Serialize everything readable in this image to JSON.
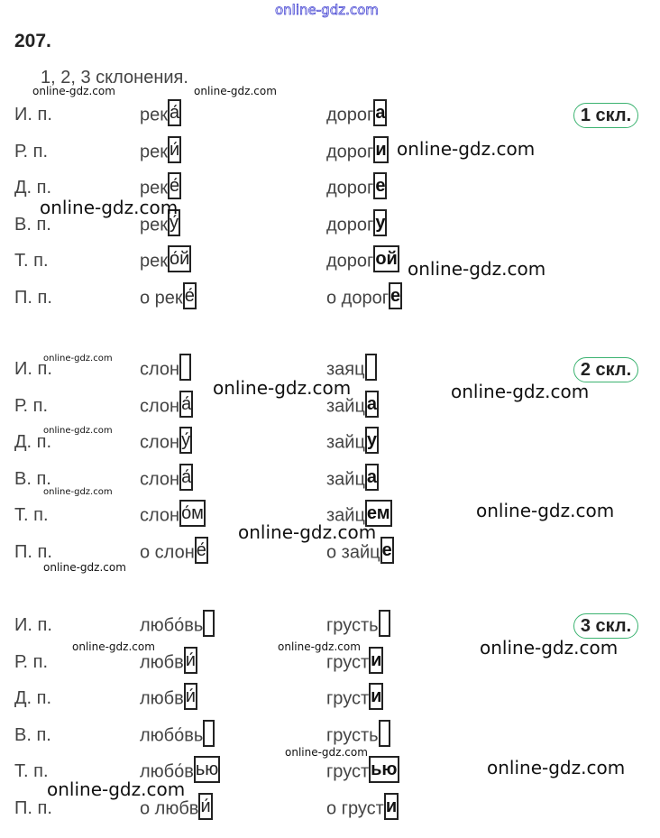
{
  "exercise_number": "207.",
  "subtitle": "1, 2, 3 склонения.",
  "blocks": [
    {
      "badge": "1 скл.",
      "rows": [
        {
          "case": "И. п.",
          "w1_stem": "рек",
          "w1_end": "а́",
          "w2_stem": "дорог",
          "w2_end": "а"
        },
        {
          "case": "Р. п.",
          "w1_stem": "рек",
          "w1_end": "и́",
          "w2_stem": "дорог",
          "w2_end": "и"
        },
        {
          "case": "Д. п.",
          "w1_stem": "рек",
          "w1_end": "е́",
          "w2_stem": "дорог",
          "w2_end": "е"
        },
        {
          "case": "В. п.",
          "w1_stem": "рек",
          "w1_end": "у́",
          "w2_stem": "дорог",
          "w2_end": "у"
        },
        {
          "case": "Т. п.",
          "w1_stem": "рек",
          "w1_end": "о́й",
          "w2_stem": "дорог",
          "w2_end": "ой"
        },
        {
          "case": "П. п.",
          "w1_stem": "о рек",
          "w1_end": "е́",
          "w2_stem": "о дорог",
          "w2_end": "е"
        }
      ]
    },
    {
      "badge": "2 скл.",
      "rows": [
        {
          "case": "И. п.",
          "w1_stem": "слон",
          "w1_end": "",
          "w2_stem": "заяц",
          "w2_end": ""
        },
        {
          "case": "Р. п.",
          "w1_stem": "слон",
          "w1_end": "а́",
          "w2_stem": "зайц",
          "w2_end": "а"
        },
        {
          "case": "Д. п.",
          "w1_stem": "слон",
          "w1_end": "у́",
          "w2_stem": "зайц",
          "w2_end": "у"
        },
        {
          "case": "В. п.",
          "w1_stem": "слон",
          "w1_end": "а́",
          "w2_stem": "зайц",
          "w2_end": "а"
        },
        {
          "case": "Т. п.",
          "w1_stem": "слон",
          "w1_end": "о́м",
          "w2_stem": "зайц",
          "w2_end": "ем"
        },
        {
          "case": "П. п.",
          "w1_stem": "о слон",
          "w1_end": "е́",
          "w2_stem": "о зайц",
          "w2_end": "е"
        }
      ]
    },
    {
      "badge": "3 скл.",
      "rows": [
        {
          "case": "И. п.",
          "w1_stem": "любо́вь",
          "w1_end": "",
          "w2_stem": "грусть",
          "w2_end": ""
        },
        {
          "case": "Р. п.",
          "w1_stem": "любв",
          "w1_end": "и́",
          "w2_stem": "груст",
          "w2_end": "и"
        },
        {
          "case": "Д. п.",
          "w1_stem": "любв",
          "w1_end": "и́",
          "w2_stem": "груст",
          "w2_end": "и"
        },
        {
          "case": "В. п.",
          "w1_stem": "любо́вь",
          "w1_end": "",
          "w2_stem": "грусть",
          "w2_end": ""
        },
        {
          "case": "Т. п.",
          "w1_stem": "любо́в",
          "w1_end": "ью",
          "w2_stem": "груст",
          "w2_end": "ью"
        },
        {
          "case": "П. п.",
          "w1_stem": "о любв",
          "w1_end": "и́",
          "w2_stem": "о груст",
          "w2_end": "и"
        }
      ]
    }
  ],
  "watermarks": [
    "online-gdz.com",
    "online-gdz.com",
    "online-gdz.com",
    "online-gdz.com",
    "online-gdz.com",
    "online-gdz.com",
    "online-gdz.com",
    "online-gdz.com",
    "online-gdz.com",
    "online-gdz.com",
    "online-gdz.com",
    "online-gdz.com",
    "online-gdz.com",
    "online-gdz.com",
    "online-gdz.com",
    "online-gdz.com",
    "online-gdz.com",
    "online-gdz.com",
    "online-gdz.com",
    "online-gdz.com"
  ]
}
